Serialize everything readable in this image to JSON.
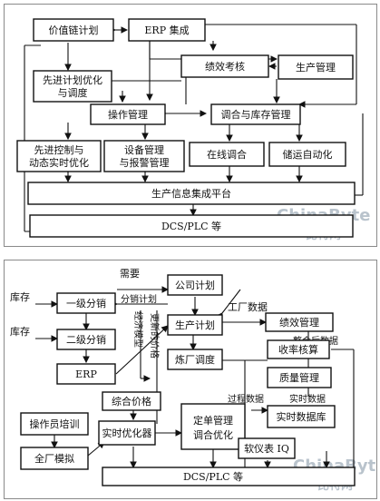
{
  "top_diagram": {
    "nodes": {
      "value_chain_plan": "价值链计划",
      "erp_integration": "ERP 集成",
      "performance_evaluation": "绩效考核",
      "production_management": "生产管理",
      "advanced_plan_optimization": [
        "先进计划优化",
        "与调度"
      ],
      "operation_management": "操作管理",
      "blending_inventory_management": "调合与库存管理",
      "advanced_control": [
        "先进控制与",
        "动态实时优化"
      ],
      "equipment_management": [
        "设备管理",
        "与报警管理"
      ],
      "online_blending": "在线调合",
      "storage_automation": "储运自动化",
      "production_info_platform": "生产信息集成平台",
      "dcs_plc": "DCS/PLC 等"
    }
  },
  "bottom_diagram": {
    "nodes": {
      "level1_distribution": "一级分销",
      "level2_distribution": "二级分销",
      "erp": "ERP",
      "company_plan": "公司计划",
      "production_plan": "生产计划",
      "refinery_scheduling": "炼厂调度",
      "performance_management": "绩效管理",
      "yield_accounting": "收率核算",
      "quality_management": "质量管理",
      "comprehensive_price": "综合价格",
      "realtime_optimizer": "实时优化器",
      "operator_training": "操作员培训",
      "plant_simulation": "全厂模拟",
      "fixed_order_blending": [
        "定单管理",
        "调合优化"
      ],
      "realtime_database": "实时数据库",
      "soft_sensor_iq": "软仪表 IQ",
      "dcs_plc": "DCS/PLC 等"
    },
    "edge_labels": {
      "demand": "需要",
      "distribution_plan": "分销计划",
      "factory_data": "工厂数据",
      "inventory_1": "库存",
      "inventory_2": "库存",
      "economic_model": "经济模型",
      "updated_prices": "更新的价格",
      "reconciled_data": "整合后数据",
      "process_data": "过程数据",
      "realtime_data": "实时数据"
    }
  },
  "watermark": {
    "brand": "ChinaByte",
    "brand_cn": "比特网"
  }
}
